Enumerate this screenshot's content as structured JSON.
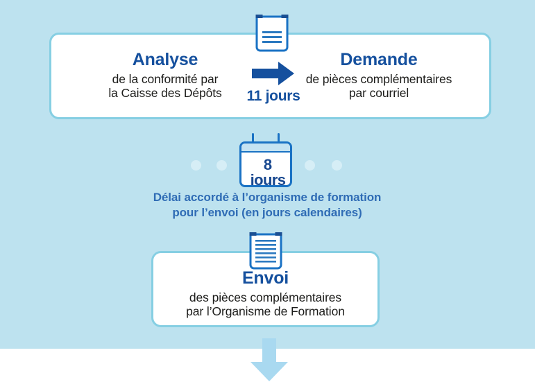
{
  "theme": {
    "background": "#bde2ef",
    "below_background": "#ffffff",
    "card_border": "#86cfe3",
    "card_fill": "#ffffff",
    "title_blue": "#15509e",
    "body_text": "#1d1d1b",
    "caption_blue": "#2f6cb5",
    "icon_blue": "#1a72c4",
    "arrow_blue": "#15509e",
    "dot_color": "#d6eef6",
    "down_arrow_color": "#a9d9f0"
  },
  "steps": {
    "analyse": {
      "icon": "document-icon",
      "title": "Analyse",
      "lines": [
        "de la conformité par",
        "la Caisse des Dépôts"
      ]
    },
    "demande": {
      "title": "Demande",
      "lines": [
        "de pièces complémentaires",
        "par courriel"
      ]
    },
    "envoi": {
      "icon": "document-icon",
      "title": "Envoi",
      "lines": [
        "des pièces complémentaires",
        "par l’Organisme de Formation"
      ]
    }
  },
  "transitions": {
    "analyse_to_demande": {
      "icon": "arrow-right-icon",
      "duration_label": "11 jours",
      "duration_value": 11,
      "duration_unit": "jours"
    },
    "calendar_delay": {
      "icon": "calendar-icon",
      "number": "8",
      "unit": "jours",
      "caption_lines": [
        "Délai accordé à l’organisme de formation",
        "pour l’envoi (en jours calendaires)"
      ]
    },
    "flow_down": {
      "icon": "arrow-down-icon"
    }
  }
}
